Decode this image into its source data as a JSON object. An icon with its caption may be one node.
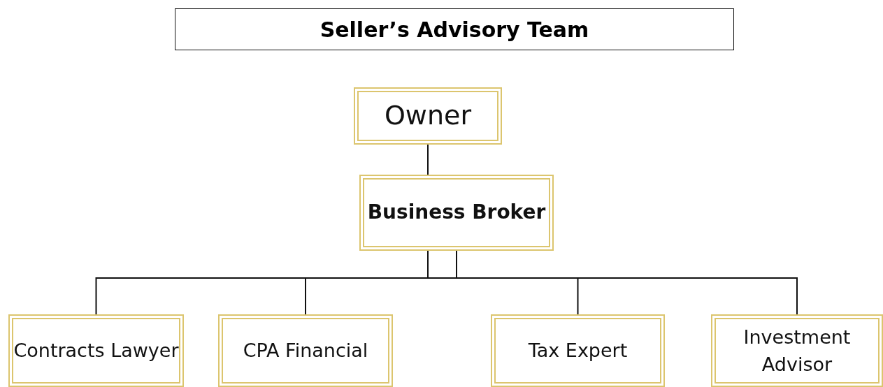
{
  "diagram": {
    "title": "Seller’s Advisory Team",
    "nodes": [
      {
        "text": [
          "Owner"
        ]
      },
      {
        "text": [
          "Business Broker"
        ]
      },
      {
        "text": [
          "Contracts Lawyer"
        ]
      },
      {
        "text": [
          "CPA Financial"
        ]
      },
      {
        "text": [
          "Tax Expert"
        ]
      },
      {
        "text": [
          "Investment Advisor"
        ]
      }
    ],
    "edges": [
      {
        "from": 0,
        "to": 1,
        "arrow": "none"
      },
      {
        "from": 1,
        "to": 2,
        "arrow": "none"
      },
      {
        "from": 1,
        "to": 3,
        "arrow": "none"
      },
      {
        "from": 1,
        "to": 4,
        "arrow": "none"
      },
      {
        "from": 1,
        "to": 5,
        "arrow": "none"
      }
    ]
  }
}
